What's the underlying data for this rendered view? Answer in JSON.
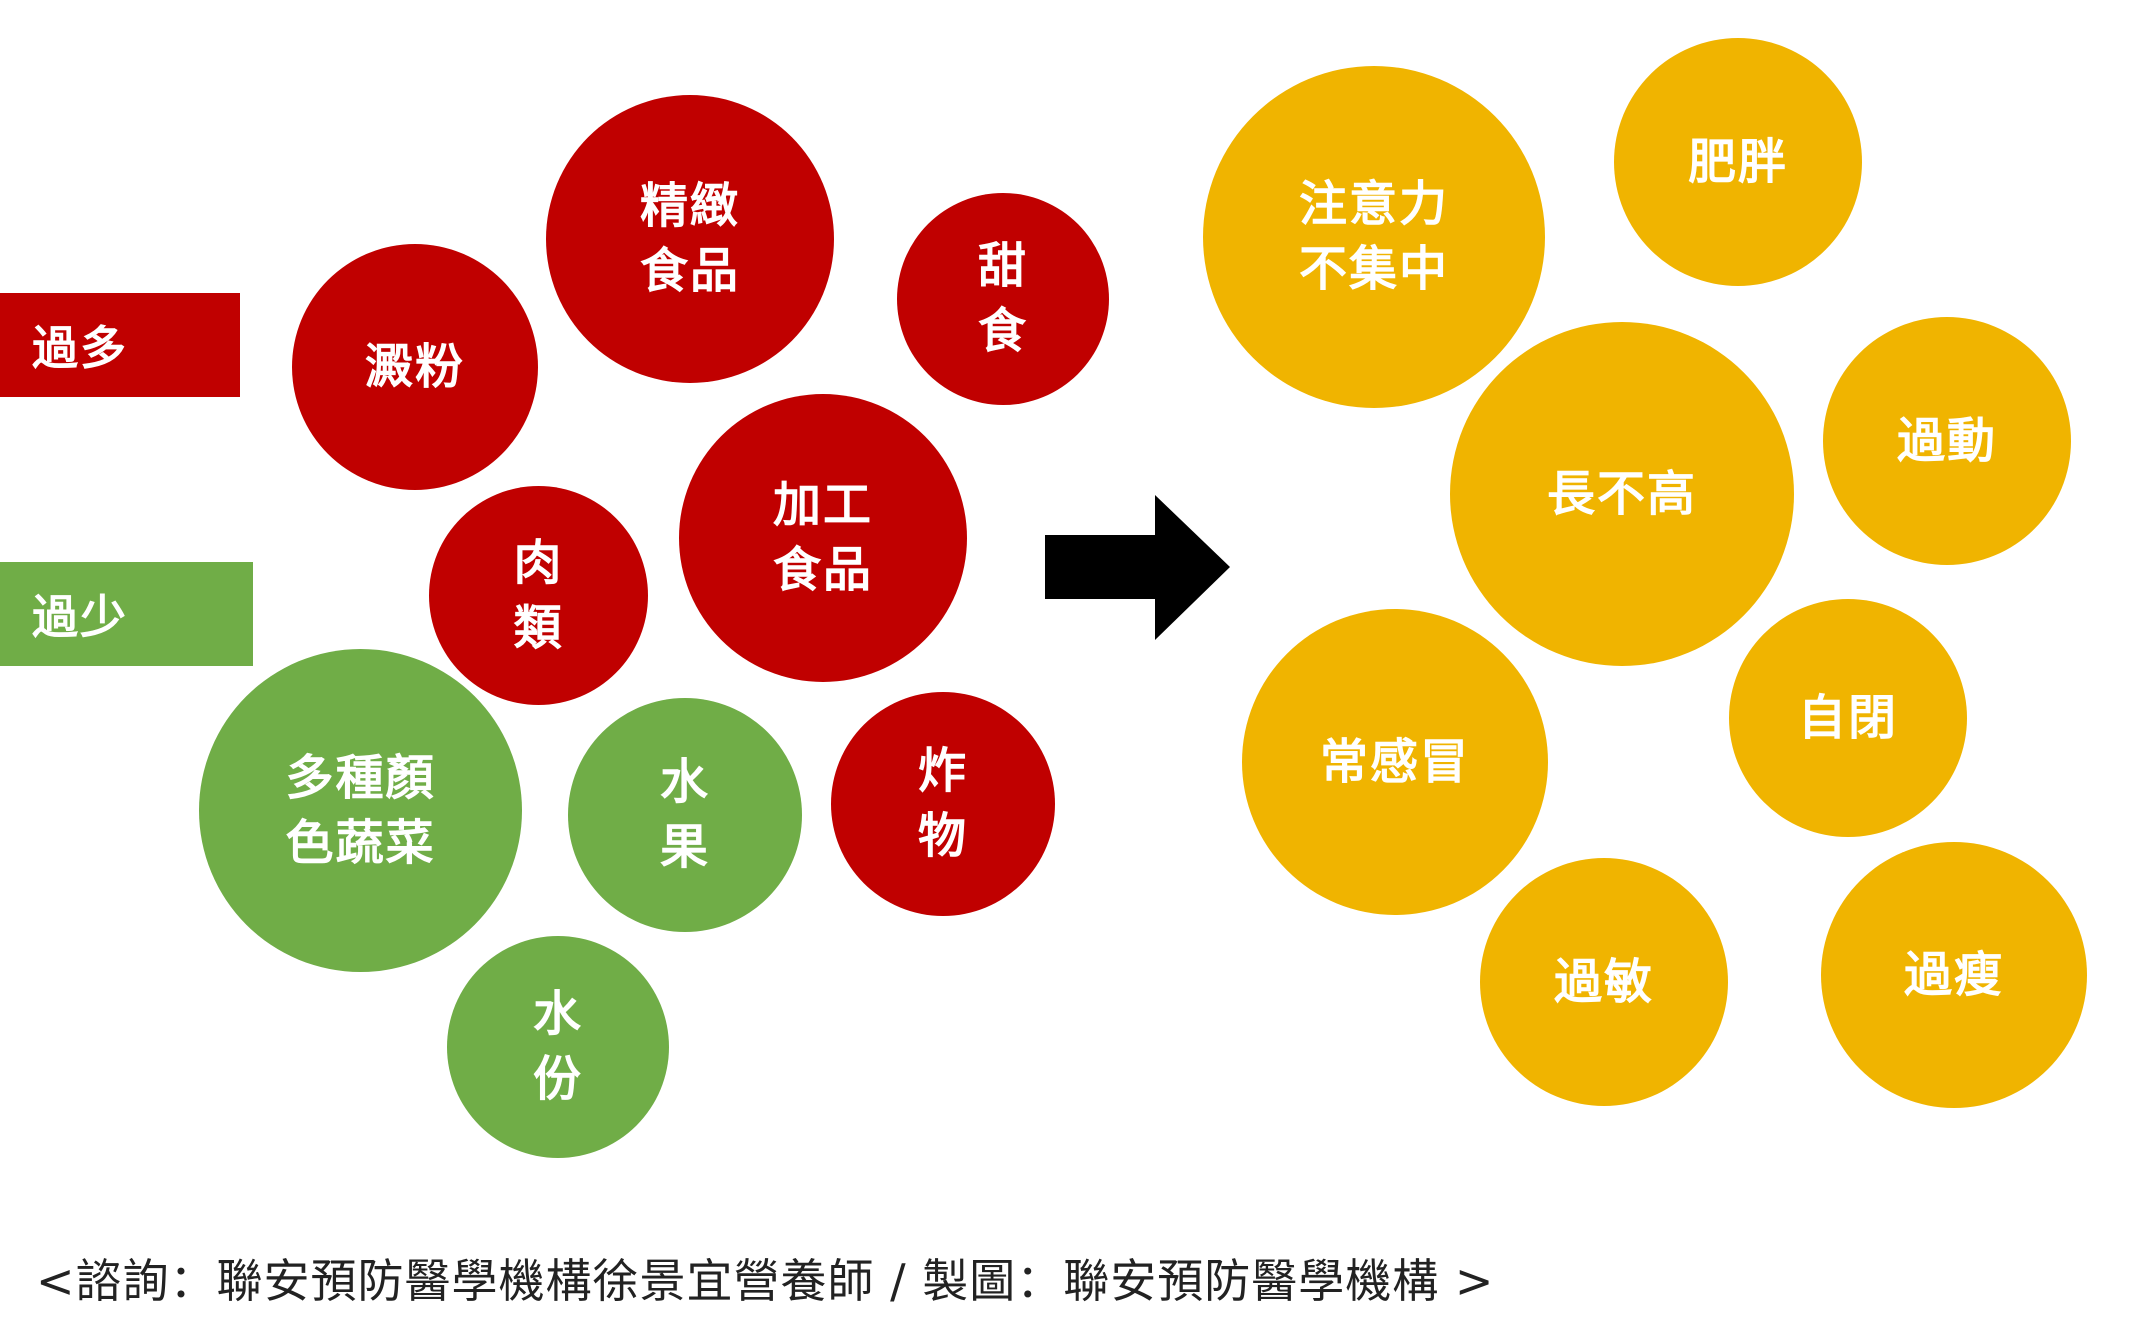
{
  "legend": {
    "excess": {
      "label": "過多",
      "color": "#c00000"
    },
    "lack": {
      "label": "過少",
      "color": "#70ad47"
    }
  },
  "foods": [
    {
      "id": "starch",
      "label": "澱粉",
      "category": "excess"
    },
    {
      "id": "refined",
      "label": "精緻\n食品",
      "category": "excess"
    },
    {
      "id": "sweets",
      "label": "甜\n食",
      "category": "excess"
    },
    {
      "id": "processed",
      "label": "加工\n食品",
      "category": "excess"
    },
    {
      "id": "meat",
      "label": "肉\n類",
      "category": "excess"
    },
    {
      "id": "fried",
      "label": "炸\n物",
      "category": "excess"
    },
    {
      "id": "vegetables",
      "label": "多種顏\n色蔬菜",
      "category": "lack"
    },
    {
      "id": "fruit",
      "label": "水\n果",
      "category": "lack"
    },
    {
      "id": "water",
      "label": "水\n份",
      "category": "lack"
    }
  ],
  "outcomes": [
    {
      "id": "attention",
      "label": "注意力\n不集中"
    },
    {
      "id": "obesity",
      "label": "肥胖"
    },
    {
      "id": "short",
      "label": "長不高"
    },
    {
      "id": "adhd",
      "label": "過動"
    },
    {
      "id": "cold",
      "label": "常感冒"
    },
    {
      "id": "autism",
      "label": "自閉"
    },
    {
      "id": "allergy",
      "label": "過敏"
    },
    {
      "id": "thin",
      "label": "過瘦"
    }
  ],
  "outcome_color": "#f0b400",
  "arrow_icon": "right-arrow-icon",
  "caption": "<諮詢：聯安預防醫學機構徐景宜營養師 / 製圖：聯安預防醫學機構 >"
}
